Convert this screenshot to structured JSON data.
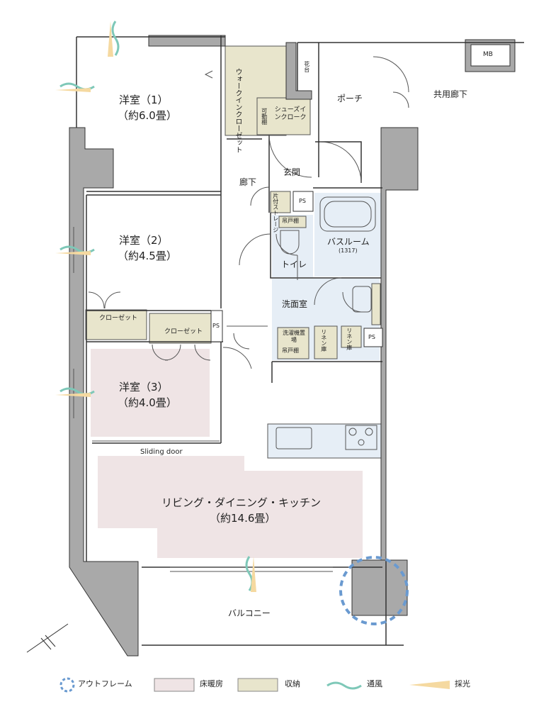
{
  "rooms": {
    "western1": "洋室（1）",
    "western1_size": "（約6.0畳）",
    "western2": "洋室（2）",
    "western2_size": "（約4.5畳）",
    "western3": "洋室（3）",
    "western3_size": "（約4.0畳）",
    "ldk": "リビング・ダイニング・キッチン",
    "ldk_size": "（約14.6畳）",
    "walkin": "ウォークインクローゼット",
    "shoes_in": "シューズインクローク",
    "movable_shelf": "可動棚",
    "porch": "ポーチ",
    "common_corridor": "共用廊下",
    "flower_stand": "花台",
    "mb": "MB",
    "entrance": "玄関",
    "corridor": "廊下",
    "tidy_storage": "片付ストレージ",
    "ps1": "PS",
    "ps2": "PS",
    "ps3": "PS",
    "upper_cabinet1": "吊戸棚",
    "bathroom": "バスルーム",
    "bathroom_size": "(1317)",
    "toilet": "トイレ",
    "washroom": "洗面室",
    "laundry": "洗濯機置場",
    "upper_cabinet2": "吊戸棚",
    "linen1": "リネン庫",
    "linen2": "リネン庫",
    "closet1": "クローゼット",
    "closet2": "クローゼット",
    "sliding_door": "Sliding door",
    "balcony": "バルコニー"
  },
  "legend": {
    "outframe": "アウトフレーム",
    "floor_heating": "床暖房",
    "storage": "収納",
    "ventilation": "通風",
    "daylight": "採光"
  },
  "colors": {
    "wall": "#a9a9a9",
    "floor_heating": "#efe4e5",
    "storage": "#e8e5cc",
    "water_area": "#e6eef6",
    "outframe": "#6a9ad0",
    "ventilation": "#7ec8b8",
    "daylight": "#f5d9a0"
  }
}
